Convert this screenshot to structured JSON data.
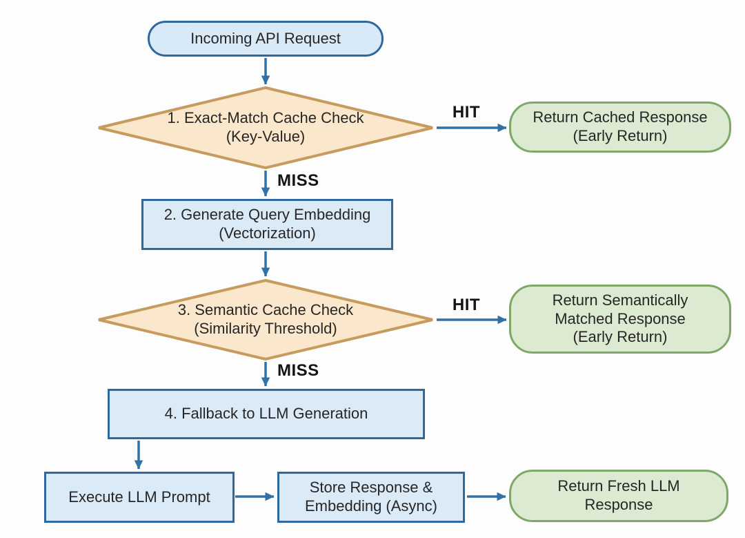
{
  "diagram": {
    "title_implicit": "LLM caching flowchart",
    "nodes": {
      "start": {
        "label": "Incoming API Request"
      },
      "exact_check": {
        "label": "1. Exact-Match Cache Check\n(Key-Value)"
      },
      "return_cached": {
        "label": "Return Cached Response\n(Early Return)"
      },
      "gen_embedding": {
        "label": "2. Generate Query Embedding\n(Vectorization)"
      },
      "semantic_check": {
        "label": "3. Semantic Cache Check\n(Similarity Threshold)"
      },
      "return_semantic": {
        "label": "Return Semantically\nMatched Response\n(Early Return)"
      },
      "fallback": {
        "label": "4. Fallback to LLM Generation"
      },
      "execute": {
        "label": "Execute LLM Prompt"
      },
      "store": {
        "label": "Store Response &\nEmbedding (Async)"
      },
      "return_fresh": {
        "label": "Return Fresh LLM\nResponse"
      }
    },
    "edge_labels": {
      "hit1": "HIT",
      "miss1": "MISS",
      "hit2": "HIT",
      "miss2": "MISS"
    },
    "colors": {
      "process_fill": "#dbeaf7",
      "process_border": "#2e689c",
      "decision_fill": "#fbe7cb",
      "decision_border": "#c69c5e",
      "terminal_fill": "#dcead2",
      "terminal_border": "#7fa768",
      "arrow": "#3171a5",
      "text": "#262626",
      "background": "#fdfdfd"
    }
  }
}
